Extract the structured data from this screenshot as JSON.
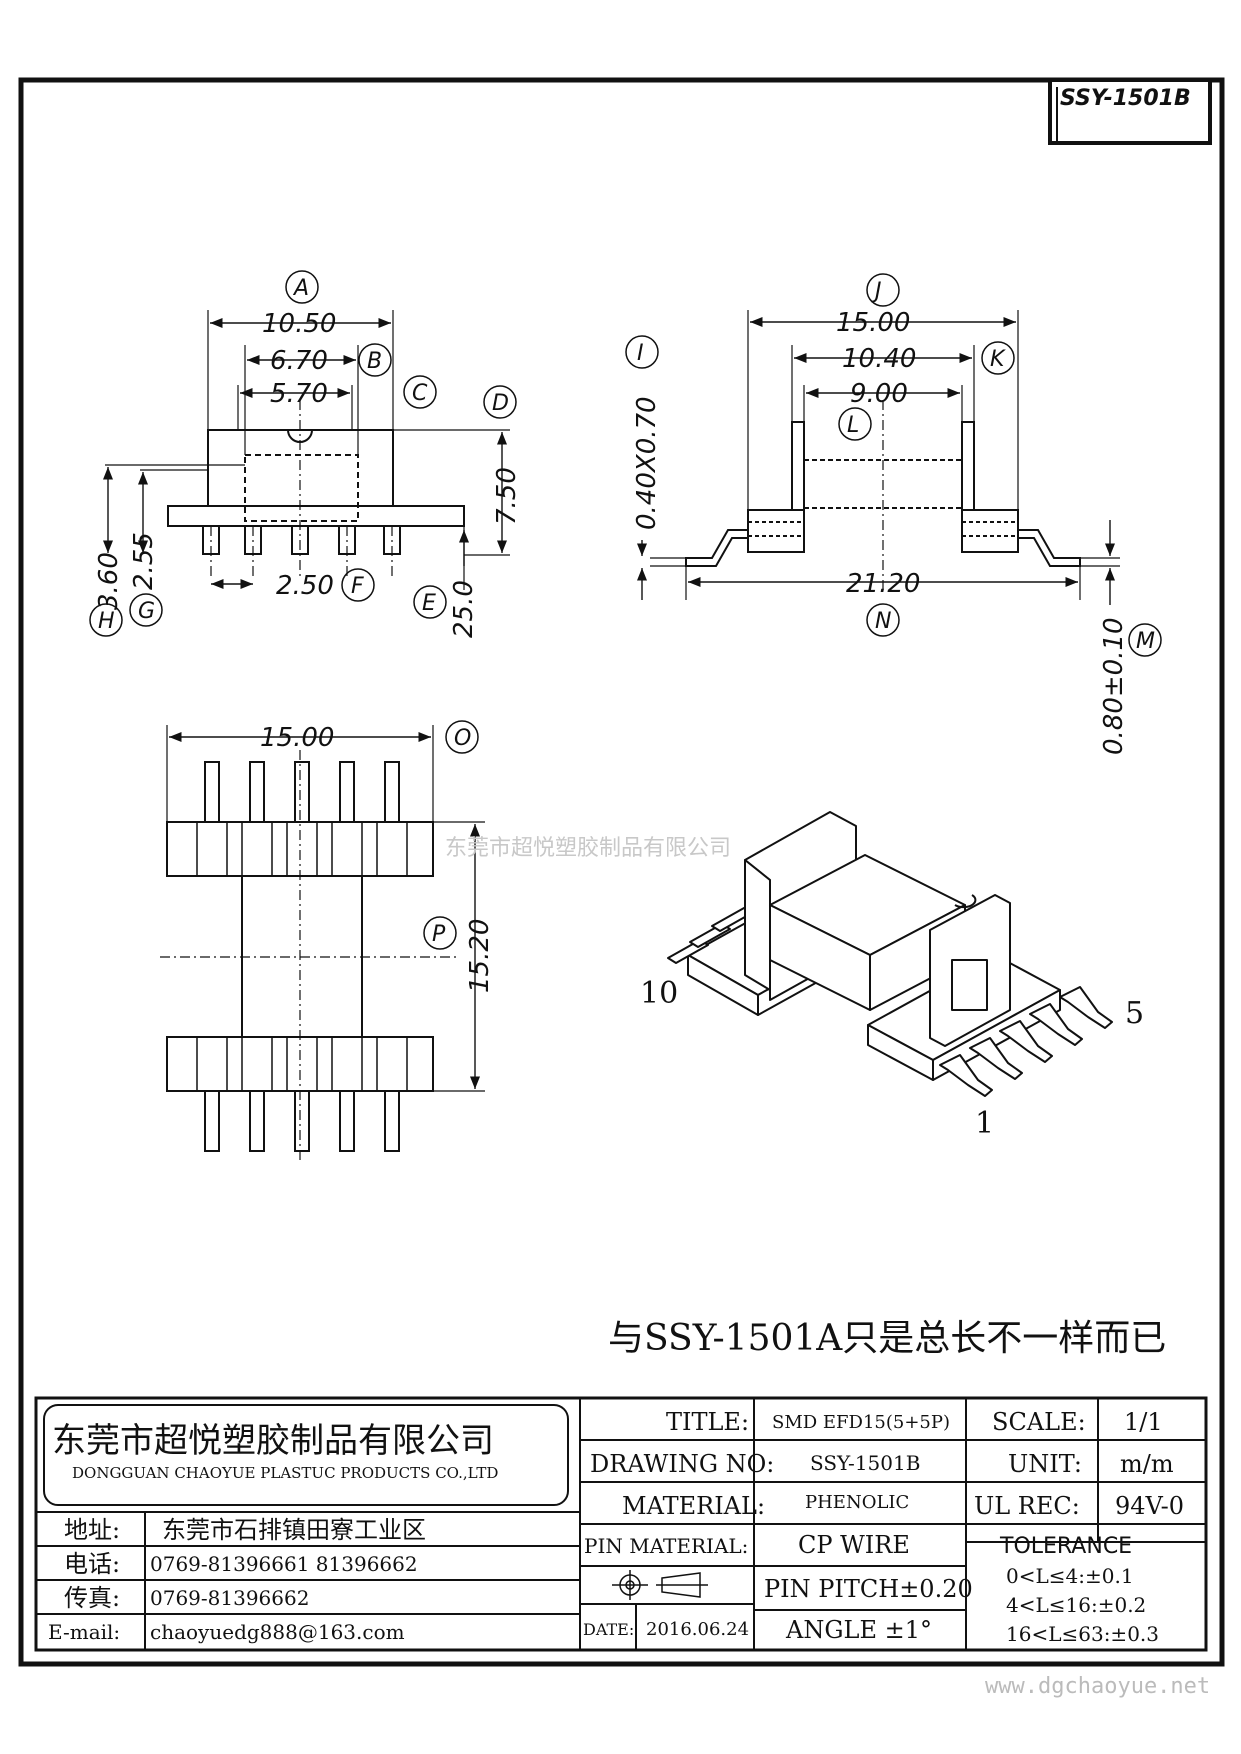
{
  "part_code": "SSY-1501B",
  "views": {
    "top_view": {
      "dims": {
        "A": "10.50",
        "B": "6.70",
        "C": "5.70",
        "D": "7.50",
        "E": "25.0",
        "F": "2.50",
        "G": "2.55",
        "H": "3.60"
      },
      "letters": {
        "A": "A",
        "B": "B",
        "C": "C",
        "D": "D",
        "E": "E",
        "F": "F",
        "G": "G",
        "H": "H"
      }
    },
    "side_view": {
      "dims": {
        "I": "0.40X0.70",
        "J": "15.00",
        "K": "10.40",
        "L": "9.00",
        "M": "0.80±0.10",
        "N": "21.20"
      },
      "letters": {
        "I": "I",
        "J": "J",
        "K": "K",
        "L": "L",
        "M": "M",
        "N": "N"
      }
    },
    "bottom_view": {
      "dims": {
        "O": "15.00",
        "P": "15.20"
      },
      "letters": {
        "O": "O",
        "P": "P"
      }
    },
    "iso_view": {
      "pin_labels": {
        "p10": "10",
        "p5": "5",
        "p1": "1"
      }
    }
  },
  "watermark": "东莞市超悦塑胶制品有限公司",
  "note": "与SSY-1501A只是总长不一样而已",
  "title_block": {
    "company_cn": "东莞市超悦塑胶制品有限公司",
    "company_en": "DONGGUAN CHAOYUE PLASTUC PRODUCTS CO.,LTD",
    "address_label": "地址:",
    "address": "东莞市石排镇田寮工业区",
    "phone_label": "电话:",
    "phone": "0769-81396661  81396662",
    "fax_label": "传真:",
    "fax": "0769-81396662",
    "email_label": "E-mail:",
    "email": "chaoyuedg888@163.com",
    "title_label": "TITLE:",
    "title": "SMD EFD15(5+5P)",
    "drawing_no_label": "DRAWING NO:",
    "drawing_no": "SSY-1501B",
    "material_label": "MATERIAL:",
    "material": "PHENOLIC",
    "pin_material_label": "PIN MATERIAL:",
    "pin_material": "CP WIRE",
    "pin_pitch": "PIN PITCH±0.20",
    "angle": "ANGLE  ±1°",
    "date_label": "DATE:",
    "date": "2016.06.24",
    "scale_label": "SCALE:",
    "scale": "1/1",
    "unit_label": "UNIT:",
    "unit": "m/m",
    "ul_label": "UL REC:",
    "ul": "94V-0",
    "tolerance_label": "TOLERANCE",
    "tolerances": [
      "0<L≤4:±0.1",
      "4<L≤16:±0.2",
      "16<L≤63:±0.3"
    ]
  },
  "website": "www.dgchaoyue.net"
}
